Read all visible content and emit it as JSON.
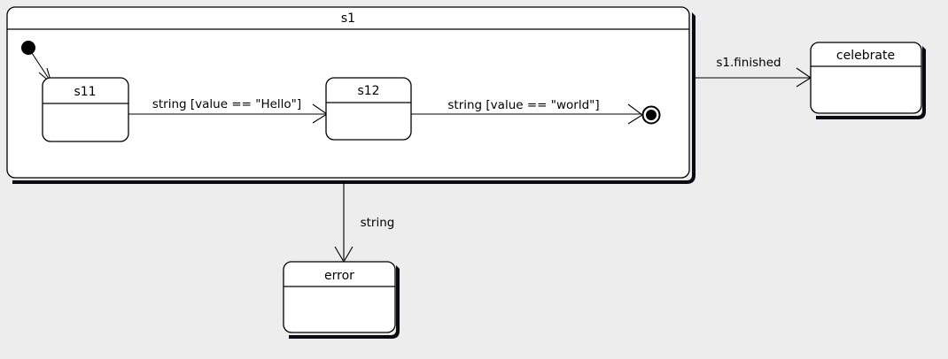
{
  "diagram": {
    "type": "uml-state-machine",
    "background_color": "#ededed",
    "line_color": "#000000",
    "state_fill_color": "#ffffff",
    "shadow_color": "#0a0a12"
  },
  "composite_state": {
    "name": "s1",
    "label": "s1"
  },
  "states": [
    {
      "id": "s11",
      "label": "s11"
    },
    {
      "id": "s12",
      "label": "s12"
    },
    {
      "id": "celebrate",
      "label": "celebrate"
    },
    {
      "id": "error",
      "label": "error"
    }
  ],
  "pseudostates": [
    {
      "id": "initial",
      "kind": "initial-state"
    },
    {
      "id": "final",
      "kind": "final-state"
    }
  ],
  "transitions": [
    {
      "from": "initial",
      "to": "s11",
      "label": ""
    },
    {
      "from": "s11",
      "to": "s12",
      "label": "string [value == \"Hello\"]"
    },
    {
      "from": "s12",
      "to": "final",
      "label": "string [value == \"world\"]"
    },
    {
      "from": "s1",
      "to": "celebrate",
      "label": "s1.finished"
    },
    {
      "from": "s1",
      "to": "error",
      "label": "string"
    }
  ],
  "labels": {
    "hello_guard": "string [value == \"Hello\"]",
    "world_guard": "string [value == \"world\"]",
    "finished": "s1.finished",
    "string": "string"
  }
}
